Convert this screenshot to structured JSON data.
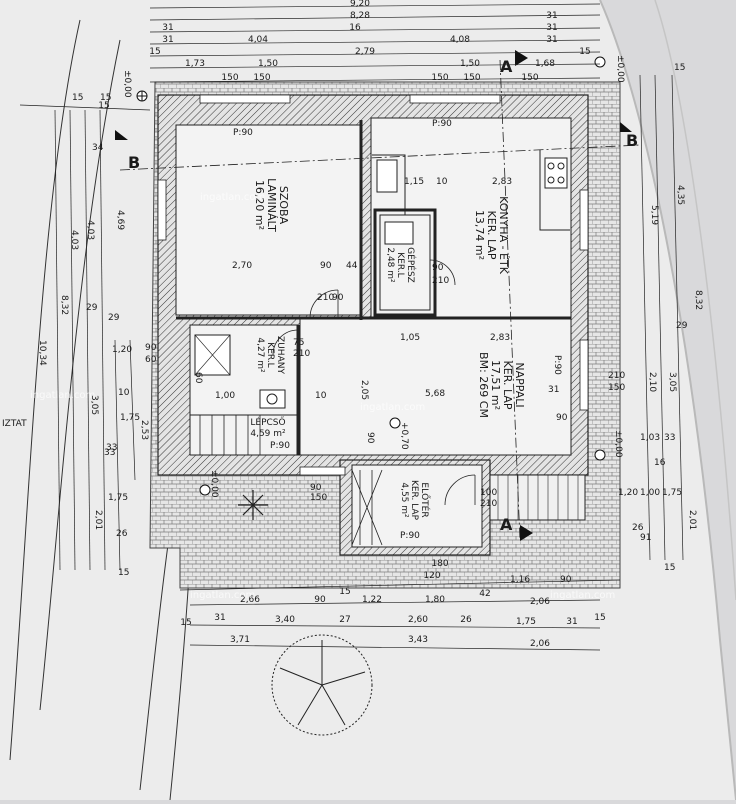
{
  "rooms": {
    "szoba": {
      "name": "SZOBA",
      "floor": "LAMINÁLT",
      "area": "16,20 m²",
      "pad": "P:90"
    },
    "konyha": {
      "name": "KONYHA - ÉTK",
      "floor": "KER. LAP",
      "area": "13,74 m²",
      "pad": "P:90"
    },
    "gepesz": {
      "name": "GÉPÉSZ",
      "floor": "KER.L",
      "area": "2,48 m²"
    },
    "zuhany": {
      "name": "ZUHANY",
      "floor": "KER.L",
      "area": "4,27 m²"
    },
    "nappali": {
      "name": "NAPPALI",
      "floor": "KER. LAP",
      "area": "17,51 m²",
      "height": "BM: 269 CM",
      "pad": "P:90"
    },
    "lepcso": {
      "name": "LÉPCSŐ",
      "area": "4,59 m²",
      "pad": "P:90"
    },
    "eloter": {
      "name": "ELŐTÉR",
      "floor": "KER. LAP",
      "area": "4,55 m²",
      "pad": "P:90"
    }
  },
  "sections": {
    "b_left": "B",
    "b_right": "B",
    "a_top": "A",
    "a_bottom": "A"
  },
  "levels": {
    "top_left": "±0,00",
    "top_right": "±0,00",
    "center": "+0,70",
    "right": "±0,00",
    "entry": "±0,00"
  },
  "interior_dims": {
    "szoba_width": "2,70",
    "door_90a": "90",
    "door_44": "44",
    "door_90b": "90",
    "door_210a": "210",
    "k_115": "1,15",
    "k_10": "10",
    "k_283a": "2,83",
    "g_90": "90",
    "g_210": "210",
    "n_105": "1,05",
    "n_283b": "2,83",
    "n_205": "2,05",
    "n_568": "5,68",
    "n_90": "90",
    "n_31": "31",
    "n_90b": "90",
    "n_210": "210",
    "n_150": "150",
    "z_75": "75",
    "z_210": "210",
    "z_10": "10",
    "z_60": "60",
    "z_100": "1,00",
    "l_90": "90",
    "l_150": "150",
    "e_100": "100",
    "e_210": "210"
  },
  "top_dims": {
    "row1": [
      "9,20"
    ],
    "row2": [
      "8,28",
      "31"
    ],
    "row3": [
      "31",
      "16",
      "31"
    ],
    "row4": [
      "31",
      "4,04",
      "4,08",
      "31"
    ],
    "row5": [
      "15",
      "2,79",
      "15"
    ],
    "row6": [
      "1,73",
      "1,50",
      "1,50",
      "1,68"
    ],
    "row7": [
      "150",
      "150",
      "150",
      "150",
      "150"
    ]
  },
  "left_dims": {
    "col_a": [
      "15",
      "15"
    ],
    "col_b": [
      "34",
      "4,03",
      "29",
      "10",
      "33"
    ],
    "col_c": [
      "4,03",
      "29",
      "1,20",
      "1,75",
      "1,75",
      "26"
    ],
    "col_d": [
      "4,69",
      "2,53",
      "2,01",
      "15"
    ],
    "col_e": [
      "8,32",
      "3,05",
      "33"
    ],
    "col_f": [
      "10,34"
    ],
    "col_g": [
      "90",
      "60"
    ]
  },
  "right_dims": {
    "col_a": [
      "15",
      "5,19",
      "29",
      "2,10",
      "1,03",
      "1,00",
      "26",
      "91"
    ],
    "col_b": [
      "4,35",
      "3,05",
      "33",
      "1,75",
      "15"
    ],
    "col_c": [
      "8,32",
      "2,01"
    ],
    "col_d": [
      "16",
      "1,20",
      "1,16",
      "90"
    ]
  },
  "bottom_dims": {
    "row1": [
      "2,66",
      "90",
      "15",
      "1,22",
      "1,80",
      "42",
      "2,06"
    ],
    "row2": [
      "31",
      "3,40",
      "27",
      "2,60",
      "26",
      "1,75",
      "31",
      "15"
    ],
    "row3": [
      "3,71",
      "3,43",
      "2,06"
    ],
    "misc": [
      "15",
      "15",
      "120",
      "180"
    ]
  },
  "watermark": "ingatlan.com",
  "side_label": "IZTAT",
  "colors": {
    "paper": "#ececec",
    "ink": "#1e1e1e",
    "hatch": "#555555",
    "background": "#d9d9db"
  }
}
